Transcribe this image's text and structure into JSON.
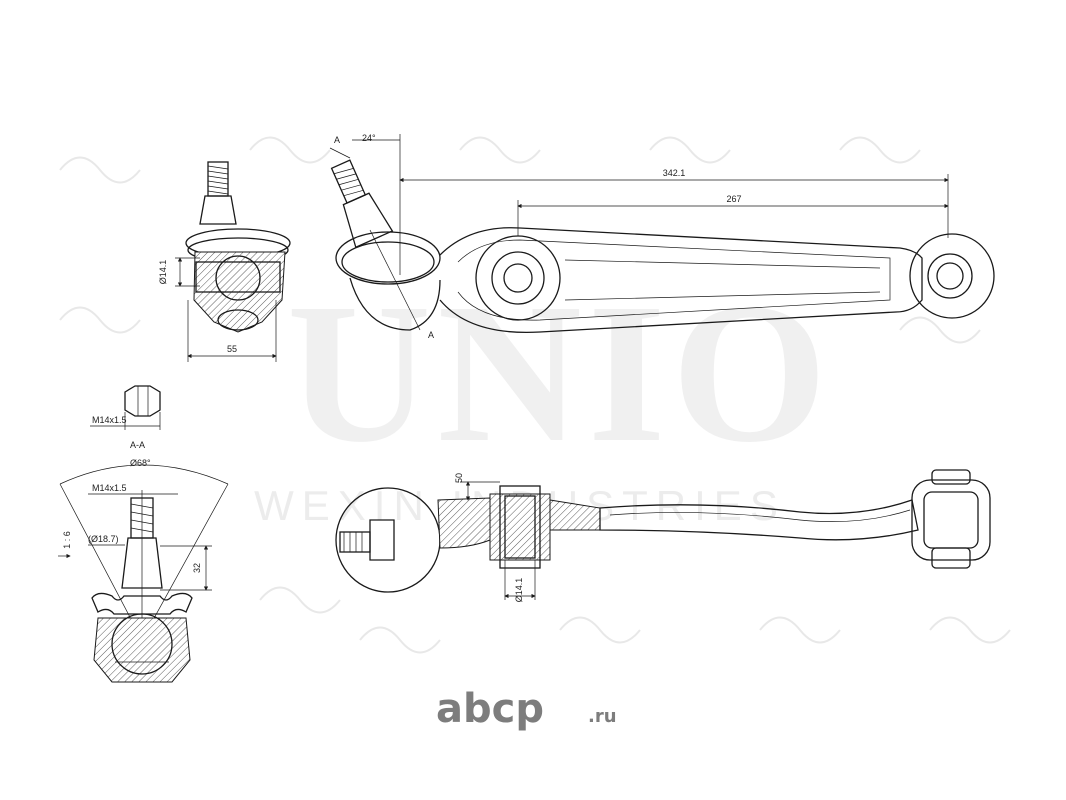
{
  "watermark": {
    "brand": "UNIO",
    "company": "WEXIN INDUSTRIES"
  },
  "dimensions": {
    "overall_length": "342.1",
    "bushing_span": "267",
    "angle": "24°",
    "section_marker": "A",
    "ball_joint_width": "55",
    "bushing_diameter_side": "Ø14.1",
    "bushing_diameter_bottom": "Ø14.1",
    "bushing_height": "50"
  },
  "nut_label": "M14x1.5",
  "section_view": {
    "title": "A-A",
    "cone_angle": "Ø68°",
    "thread": "M14x1.5",
    "taper_diameter": "(Ø18.7)",
    "taper_ratio": "1 : 6",
    "stud_length": "32"
  },
  "logo": {
    "main": "abcp",
    "suffix": ".ru"
  }
}
